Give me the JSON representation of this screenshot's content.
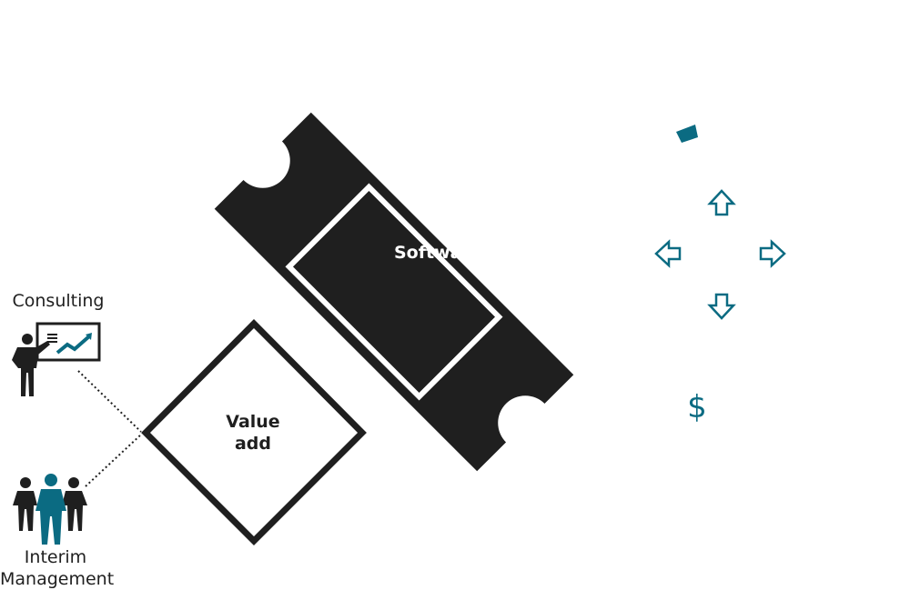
{
  "colors": {
    "accent": "#0b6b82",
    "dark": "#1f1f1f",
    "background": "#ffffff"
  },
  "icons": {
    "consulting": "presenter-with-chart-icon",
    "interim": "team-of-three-people-icon",
    "nav": [
      "arrow-up-icon",
      "arrow-left-icon",
      "arrow-right-icon",
      "arrow-down-icon"
    ],
    "tag": "tag-icon",
    "currency": "dollar-icon"
  },
  "nodes": {
    "consulting": {
      "label": "Consulting"
    },
    "interim": {
      "line1": "Interim",
      "line2": "Management"
    },
    "value_add": {
      "line1": "Value",
      "line2": "add"
    },
    "software": {
      "label": "Software"
    },
    "dollar": {
      "symbol": "$"
    }
  }
}
